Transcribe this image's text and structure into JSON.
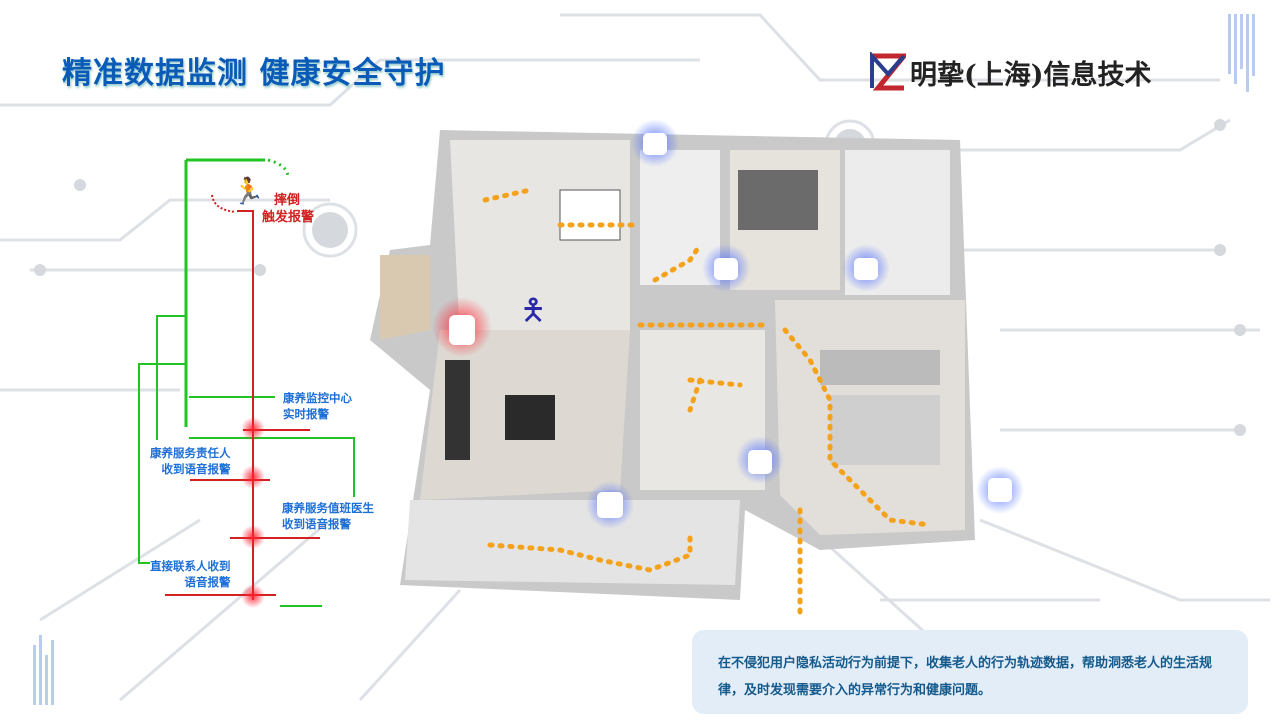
{
  "header": {
    "title": "精准数据监测  健康安全守护",
    "logo_text": "明挚(上海)信息技术"
  },
  "alerts": {
    "fall": [
      "摔倒",
      "触发报警"
    ],
    "monitor_center": [
      "康养监控中心",
      "实时报警"
    ],
    "responsible": [
      "康养服务责任人",
      "收到语音报警"
    ],
    "doctor": [
      "康养服务值班医生",
      "收到语音报警"
    ],
    "contact": [
      "直接联系人收到",
      "语音报警"
    ]
  },
  "description": "在不侵犯用户隐私活动行为前提下，收集老人的行为轨迹数据，帮助洞悉老人的生活规律，及时发现需要介入的异常行为和健康问题。",
  "colors": {
    "title": "#0a5bb8",
    "green": "#22c322",
    "red": "#d32020",
    "sensor": "#5c7cff",
    "path": "#f4a21b"
  }
}
